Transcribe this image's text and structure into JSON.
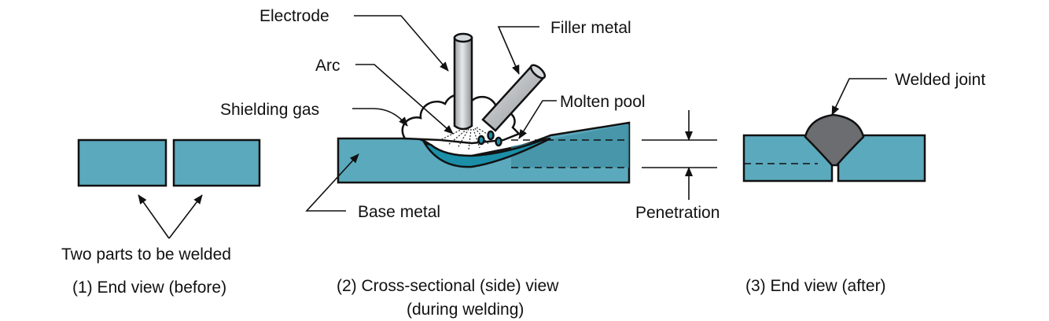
{
  "labels": {
    "electrode": "Electrode",
    "filler_metal": "Filler metal",
    "arc": "Arc",
    "shielding_gas": "Shielding gas",
    "molten_pool": "Molten pool",
    "welded_joint": "Welded joint",
    "base_metal": "Base metal",
    "penetration": "Penetration",
    "two_parts": "Two parts to be welded"
  },
  "captions": {
    "view1": "(1) End view (before)",
    "view2_line1": "(2) Cross-sectional (side) view",
    "view2_line2": "(during welding)",
    "view3": "(3) End view (after)"
  },
  "colors": {
    "metal": "#5ba9bd",
    "metal_dark": "#3f8fa3",
    "molten": "#1b8fa8",
    "weld_bead": "#6b6d70",
    "electrode": "#c9cccf",
    "gas_cloud": "#ffffff",
    "outline": "#111111"
  }
}
